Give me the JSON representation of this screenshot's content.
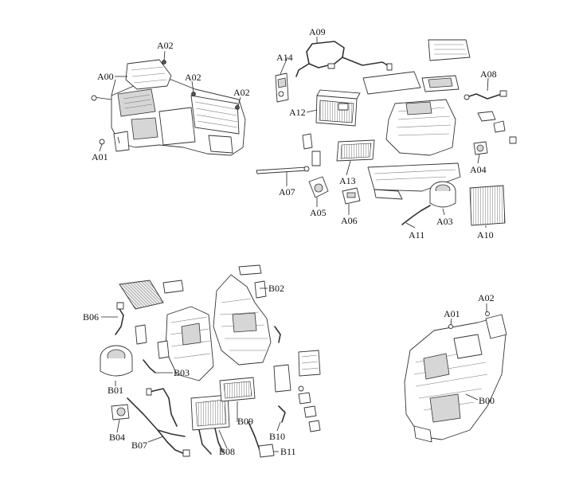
{
  "labels": {
    "a00": "A00",
    "a01_top": "A01",
    "a02_a": "A02",
    "a02_b": "A02",
    "a02_c": "A02",
    "a03": "A03",
    "a04": "A04",
    "a05": "A05",
    "a06": "A06",
    "a07": "A07",
    "a08": "A08",
    "a09": "A09",
    "a10": "A10",
    "a11": "A11",
    "a12": "A12",
    "a13": "A13",
    "a14": "A14",
    "b00": "B00",
    "b01": "B01",
    "b02": "B02",
    "b03": "B03",
    "b04": "B04",
    "b06": "B06",
    "b07": "B07",
    "b08": "B08",
    "b09": "B09",
    "b10": "B10",
    "b11": "B11",
    "a01_bottom": "A01",
    "a02_bottom": "A02"
  }
}
